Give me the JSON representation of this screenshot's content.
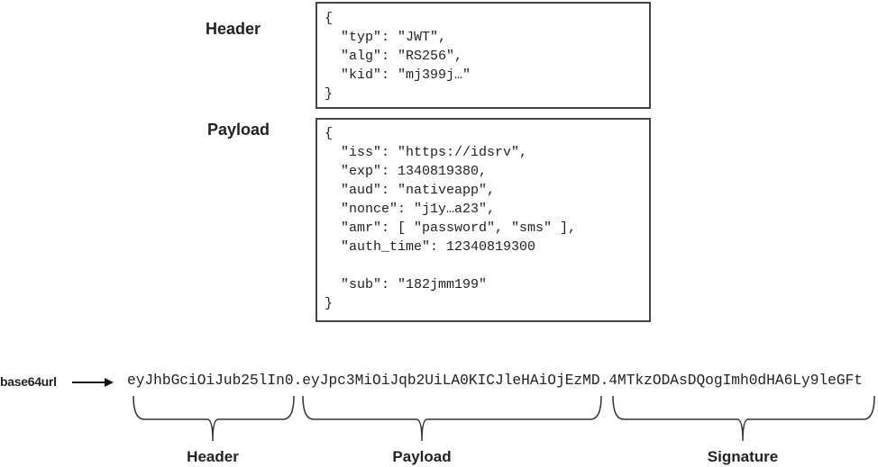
{
  "header": {
    "label": "Header",
    "lines": [
      "{",
      "  \"typ\": \"JWT\",",
      "  \"alg\": \"RS256\",",
      "  \"kid\": \"mj399j…\"",
      "}"
    ]
  },
  "payload": {
    "label": "Payload",
    "lines": [
      "{",
      "  \"iss\": \"https://idsrv\",",
      "  \"exp\": 1340819380,",
      "  \"aud\": \"nativeapp\",",
      "  \"nonce\": \"j1y…a23\",",
      "  \"amr\": [ \"password\", \"sms\" ],",
      "  \"auth_time\": 12340819300",
      "",
      "  \"sub\": \"182jmm199\"",
      "}"
    ]
  },
  "encoding": {
    "label": "base64url",
    "token_header": "eyJhbGciOiJub25lIn0",
    "token_payload": "eyJpc3MiOiJqb2UiLA0KICJleHAiOjEzMD",
    "token_signature": "4MTkzODAsDQogImh0dHA6Ly9leGFt",
    "separator": "."
  },
  "braces": {
    "header_label": "Header",
    "payload_label": "Payload",
    "signature_label": "Signature"
  }
}
